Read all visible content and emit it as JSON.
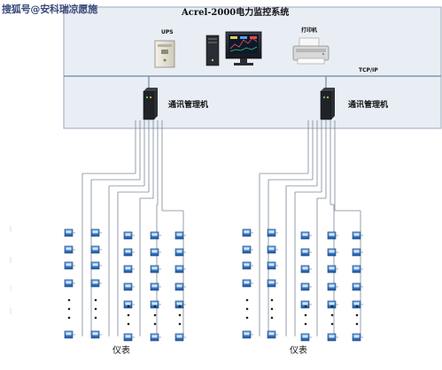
{
  "watermark": "搜狐号@安科瑞凉愿施",
  "system_title": "Acrel-2000电力监控系统",
  "devices": {
    "ups_label": "UPS",
    "printer_label": "打印机",
    "network_label": "TCP/IP"
  },
  "managers": [
    {
      "label": "通讯管理机"
    },
    {
      "label": "通讯管理机"
    }
  ],
  "meter_groups": [
    {
      "label": "仪表"
    },
    {
      "label": "仪表"
    }
  ],
  "colors": {
    "station_bg": "#e9eef5",
    "border": "#9aa8bb",
    "line": "#6c86a8",
    "meter_blue": "#2f6fb8"
  },
  "icons": [
    "ups-icon",
    "computer-icon",
    "printer-icon",
    "router-icon",
    "meter-icon",
    "ellipsis-dots"
  ]
}
